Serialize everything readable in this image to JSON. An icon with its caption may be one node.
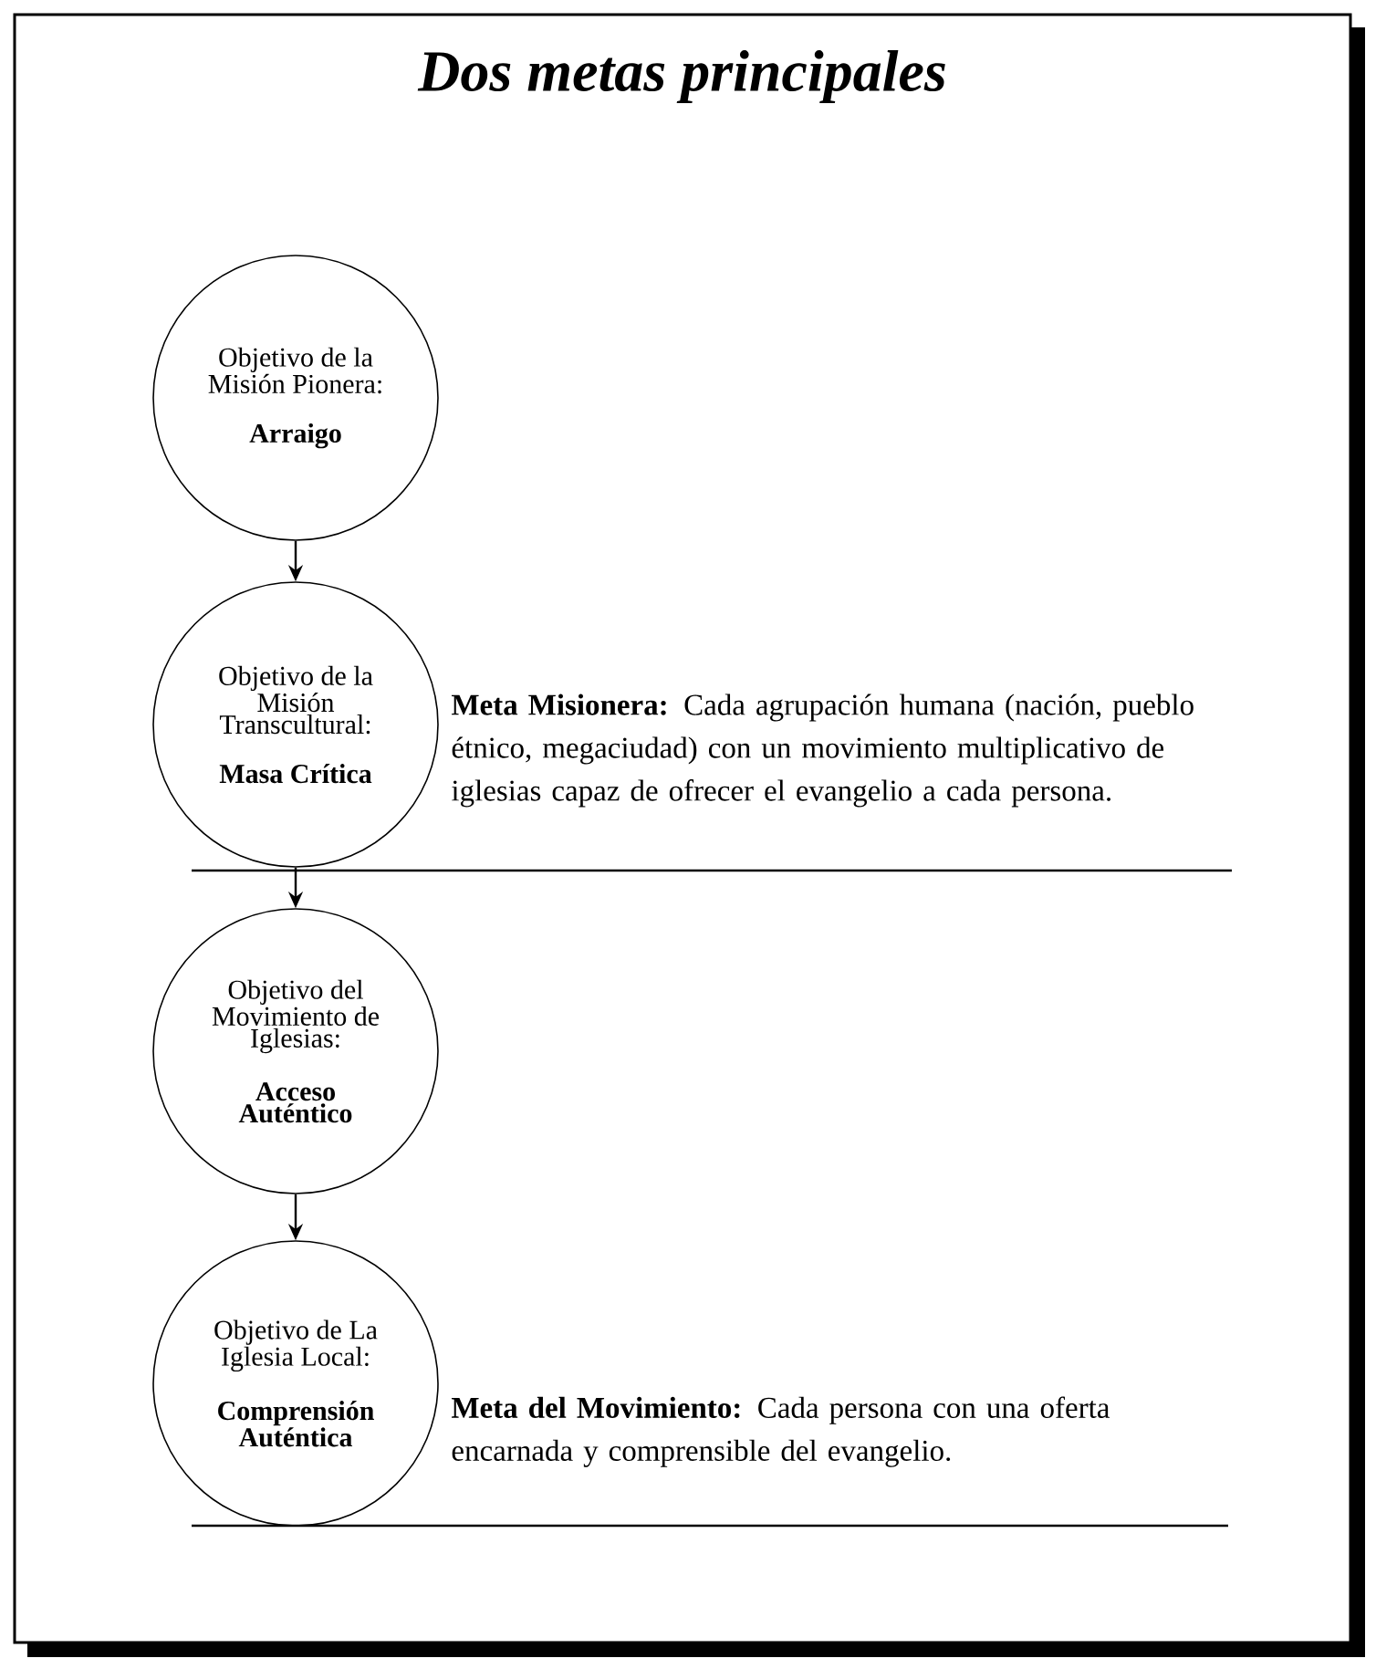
{
  "diagram": {
    "title": "Dos metas principales",
    "nodes": [
      {
        "text": [
          "Objetivo de la Misión Pionera:",
          "Arraigo"
        ]
      },
      {
        "text": [
          "Objetivo de la Misión Transcultural:",
          "Masa Crítica"
        ]
      },
      {
        "text": [
          "Objetivo del Movimiento de Iglesias:",
          "Acceso Auténtico"
        ]
      },
      {
        "text": [
          "Objetivo de La Iglesia Local:",
          "Comprensión Auténtica"
        ]
      }
    ],
    "edges": [
      {
        "from": 0,
        "to": 1,
        "arrow": "to"
      },
      {
        "from": 1,
        "to": 2,
        "arrow": "to"
      },
      {
        "from": 2,
        "to": 3,
        "arrow": "to"
      }
    ],
    "labels": [
      "**Meta Misionera:** Cada agrupación humana (nación, pueblo étnico, megaciudad) con un movimiento multiplicativo de iglesias capaz de ofrecer el evangelio a cada persona.",
      "**Meta del Movimiento:** Cada persona con una oferta encarnada y comprensible del evangelio."
    ]
  }
}
